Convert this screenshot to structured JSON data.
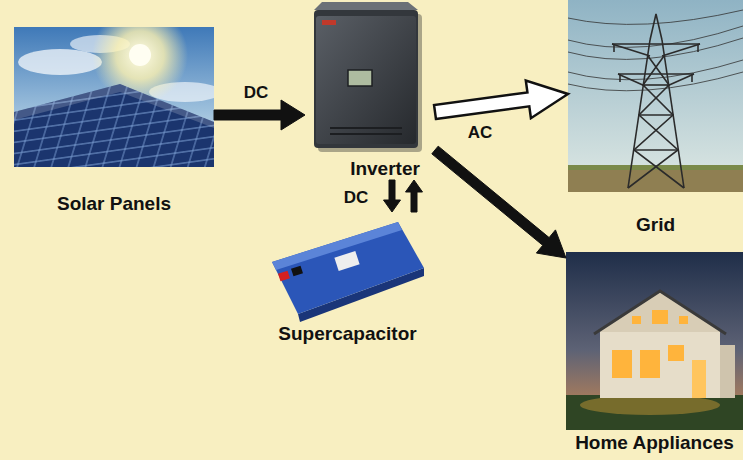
{
  "diagram": {
    "nodes": [
      {
        "text": [
          "Solar Panels"
        ]
      },
      {
        "text": [
          "Inverter"
        ]
      },
      {
        "text": [
          "Supercapacitor"
        ]
      },
      {
        "text": [
          "Grid"
        ]
      },
      {
        "text": [
          "Home Appliances"
        ]
      }
    ],
    "edges": [
      {
        "from": 0,
        "to": 1,
        "arrow": "to",
        "label": "DC"
      },
      {
        "from": 1,
        "to": 2,
        "arrow": "to",
        "label": "DC"
      },
      {
        "from": 2,
        "to": 1,
        "arrow": "to"
      },
      {
        "from": 1,
        "to": 3,
        "arrow": "to"
      },
      {
        "from": 1,
        "to": 4,
        "arrow": "to",
        "label": "AC"
      }
    ]
  }
}
